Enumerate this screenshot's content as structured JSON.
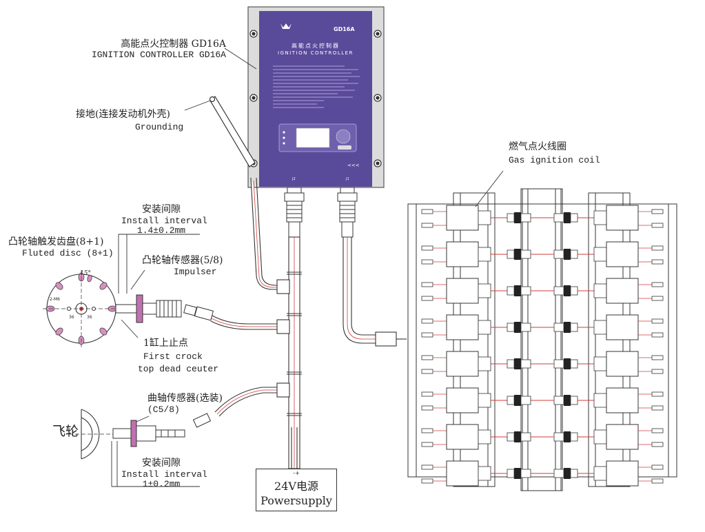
{
  "controller": {
    "brand": "GD16A",
    "title_cn": "高能点火控制器",
    "title_en": "IGNITION CONTROLLER",
    "port_left": "J2",
    "port_right": "J1",
    "arrows": "<<<",
    "panel_color": "#5a4a9a",
    "frame_color": "#dcdcdc"
  },
  "labels": {
    "controller_cn": "高能点火控制器 GD16A",
    "controller_en": "IGNITION CONTROLLER GD16A",
    "grounding_cn": "接地(连接发动机外壳)",
    "grounding_en": "Grounding",
    "coil_cn": "燃气点火线圈",
    "coil_en": "Gas ignition coil",
    "install_top_cn": "安装间隙",
    "install_top_en": "Install interval",
    "install_top_value": "1.4±0.2mm",
    "fluted_cn": "凸轮轴触发齿盘(8+1)",
    "fluted_en": "Fluted disc (8+1)",
    "impulser_cn": "凸轮轴传感器(5/8)",
    "impulser_en": "Impulser",
    "tdc_cn": "1缸上止点",
    "tdc_en1": "First crock",
    "tdc_en2": "top dead ceuter",
    "crank_cn": "曲轴传感器(选装)",
    "crank_code": "(C5/8)",
    "flywheel_cn": "飞轮",
    "install_bottom_cn": "安装间隙",
    "install_bottom_en": "Install interval",
    "install_bottom_value": "1±0.2mm",
    "psu_cn": "24V电源",
    "psu_en": "Powersupply",
    "psu_polarity": "-+",
    "disc_angle": "15°",
    "disc_dim_a": "2-M6",
    "disc_dim_b": "36",
    "disc_dim_c": "36"
  },
  "colors": {
    "line": "#333333",
    "cable_red": "#d23a3a",
    "sensor_pink": "#b04a8a",
    "disc_tooth": "#d98fc0"
  }
}
